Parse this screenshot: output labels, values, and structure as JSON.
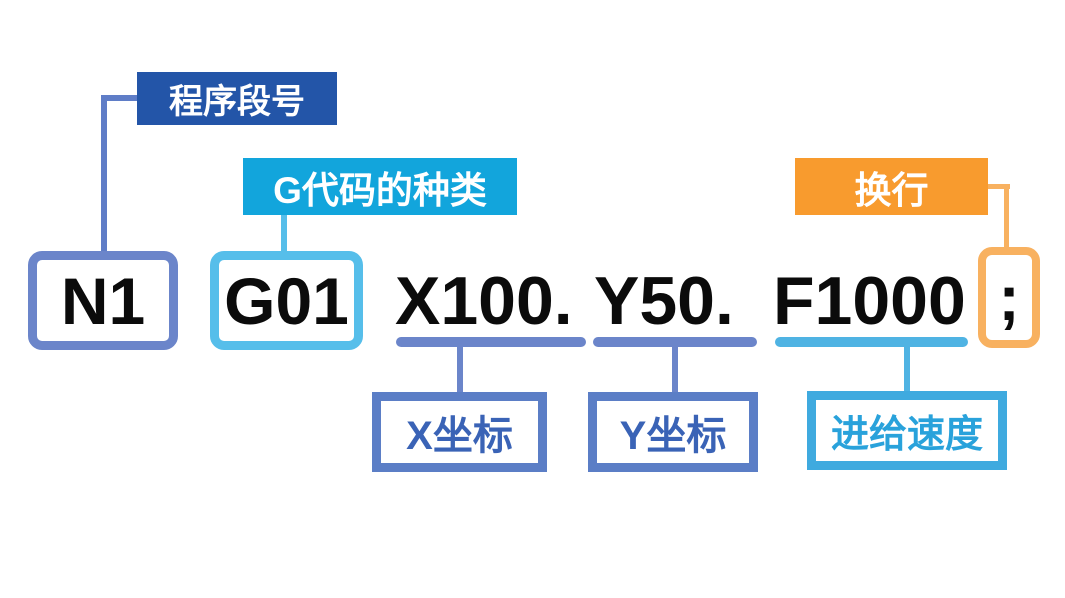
{
  "title": "G-code block structure diagram",
  "labels": {
    "block_number": "程序段号",
    "gcode_type": "G代码的种类",
    "newline": "换行",
    "x_coord": "X坐标",
    "y_coord": "Y坐标",
    "feed_rate": "进给速度"
  },
  "code": {
    "block_number": "N1",
    "gcode": "G01",
    "x_word": "X100.",
    "y_word": "Y50.",
    "f_word": "F1000",
    "end_of_block": ";"
  },
  "colors": {
    "label_block_bg": "#2355A8",
    "label_gcode_bg": "#12A5DC",
    "label_newline_bg": "#F89B2E",
    "n1_border": "#6B85CA",
    "gcode_accent": "#56BEEA",
    "newline_accent": "#F8B160",
    "connector_blue": "#5F7DC7",
    "coord_accent": "#6B85CA",
    "feed_accent": "#4FB3E3",
    "coord_box_border": "#5B7EC6",
    "coord_text": "#3A63B6",
    "feed_box_border": "#3FAADF",
    "feed_text": "#29A2DB",
    "code_text": "#0B0B0B"
  }
}
